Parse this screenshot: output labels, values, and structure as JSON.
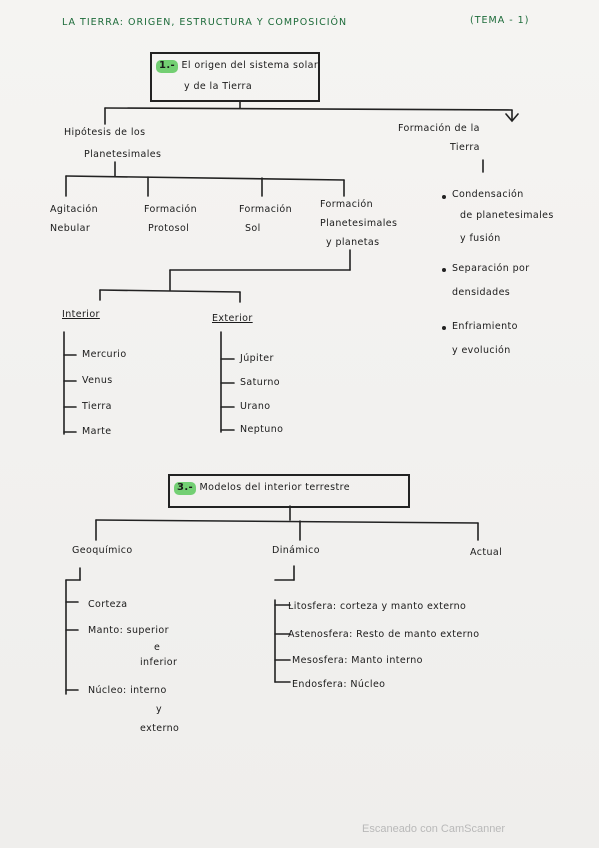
{
  "header": {
    "title": "LA TIERRA: ORIGEN, ESTRUCTURA Y COMPOSICIÓN",
    "tema": "(TEMA - 1)"
  },
  "section1": {
    "number": "1.-",
    "line1": "El origen del sistema solar",
    "line2": "y de la Tierra"
  },
  "hipotesis": {
    "line1": "Hipótesis de los",
    "line2": "Planetesimales",
    "stages": [
      {
        "line1": "Agitación",
        "line2": "Nebular"
      },
      {
        "line1": "Formación",
        "line2": "Protosol"
      },
      {
        "line1": "Formación",
        "line2": "Sol"
      },
      {
        "line1": "Formación",
        "line2": "Planetesimales",
        "line3": "y planetas"
      }
    ],
    "interior_label": "Interior",
    "interior": [
      "Mercurio",
      "Venus",
      "Tierra",
      "Marte"
    ],
    "exterior_label": "Exterior",
    "exterior": [
      "Júpiter",
      "Saturno",
      "Urano",
      "Neptuno"
    ]
  },
  "formacion": {
    "line1": "Formación de la",
    "line2": "Tierra",
    "bullets": [
      {
        "line1": "Condensación",
        "line2": "de planetesimales",
        "line3": "y fusión"
      },
      {
        "line1": "Separación por",
        "line2": "densidades"
      },
      {
        "line1": "Enfriamiento",
        "line2": "y evolución"
      }
    ]
  },
  "section3": {
    "number": "3.-",
    "title": "Modelos del interior terrestre"
  },
  "modelos": {
    "geoquimico": "Geoquímico",
    "geo_items": [
      {
        "line1": "Corteza"
      },
      {
        "line1": "Manto: superior",
        "line2": "e",
        "line3": "inferior"
      },
      {
        "line1": "Núcleo: interno",
        "line2": "y",
        "line3": "externo"
      }
    ],
    "dinamico": "Dinámico",
    "din_items": [
      "Litosfera: corteza y manto externo",
      "Astenosfera: Resto de manto externo",
      "Mesosfera: Manto interno",
      "Endosfera: Núcleo"
    ],
    "actual": "Actual"
  },
  "watermark": "Escaneado con CamScanner",
  "colors": {
    "title": "#1d6b3a",
    "highlight": "#73cf73",
    "ink": "#1b1b1b"
  }
}
